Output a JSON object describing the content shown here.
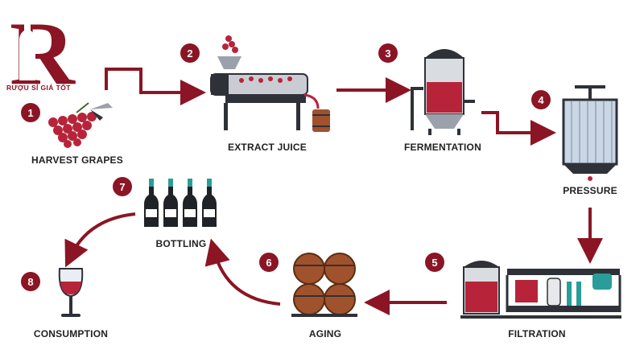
{
  "brand": {
    "logo_letter": "R",
    "name": "RƯỢU SỈ GIÁ TỐT"
  },
  "colors": {
    "accent": "#8b1524",
    "dark": "#2e3138",
    "metal": "#9aa1ab",
    "wood": "#a0522d",
    "grape": "#b7243a",
    "teal": "#2a9d9a"
  },
  "steps": [
    {
      "number": "1",
      "label": "HARVEST GRAPES",
      "icon": "grapes-shears-icon"
    },
    {
      "number": "2",
      "label": "EXTRACT JUICE",
      "icon": "juice-press-icon"
    },
    {
      "number": "3",
      "label": "FERMENTATION",
      "icon": "fermentation-tank-icon"
    },
    {
      "number": "4",
      "label": "PRESSURE",
      "icon": "wine-press-icon"
    },
    {
      "number": "5",
      "label": "FILTRATION",
      "icon": "filtration-machine-icon"
    },
    {
      "number": "6",
      "label": "AGING",
      "icon": "barrels-icon"
    },
    {
      "number": "7",
      "label": "BOTTLING",
      "icon": "wine-bottles-icon"
    },
    {
      "number": "8",
      "label": "CONSUMPTION",
      "icon": "wine-glass-icon"
    }
  ]
}
